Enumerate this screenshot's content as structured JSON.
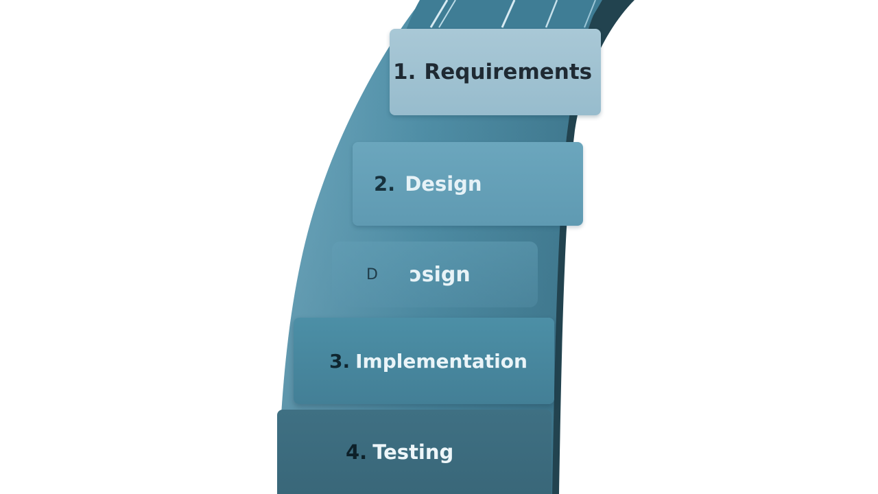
{
  "steps": [
    {
      "number": "1.",
      "label": "Requirements"
    },
    {
      "number": "2.",
      "label": "Design"
    },
    {
      "number": "D",
      "label": "ɔsign"
    },
    {
      "number": "3.",
      "label": "Implementation"
    },
    {
      "number": "4.",
      "label": "Testing"
    }
  ],
  "colors": {
    "band_dark": "#2b5565",
    "band_mid": "#4f8ea6",
    "band_light": "#7fb2c6",
    "step_1": "#a9c8d6",
    "step_2": "#6ba6bd",
    "step_3": "#4c8fa6",
    "step_4": "#3f7083"
  }
}
